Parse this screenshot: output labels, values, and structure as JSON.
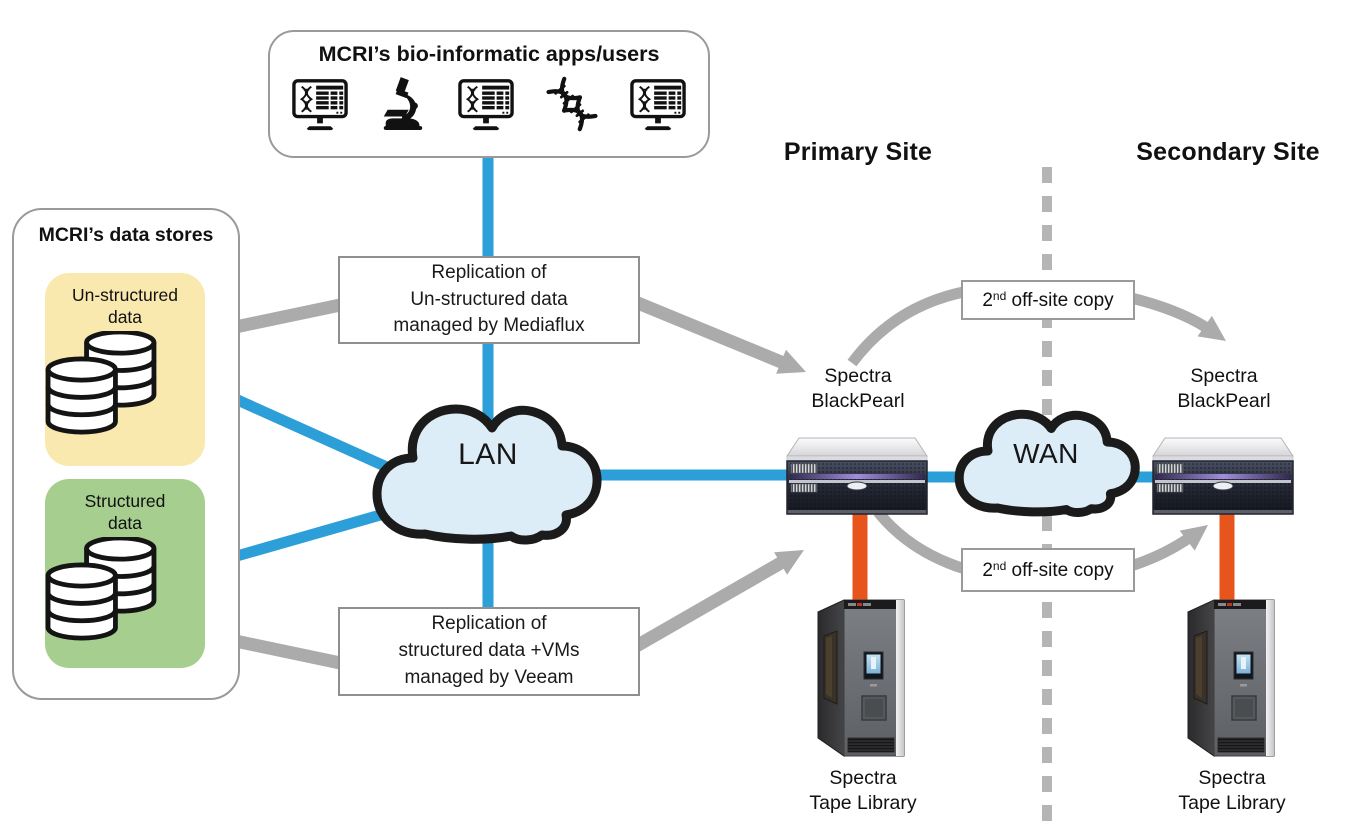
{
  "apps_box": {
    "title": "MCRI’s bio-informatic apps/users",
    "icons": [
      "monitor-dna-icon",
      "microscope-icon",
      "monitor-dna-icon",
      "dna-helix-icon",
      "monitor-dna-icon"
    ]
  },
  "data_stores": {
    "title": "MCRI’s data stores",
    "unstructured": {
      "label": "Un-structured\ndata",
      "color": "#FAE9AE",
      "icon": "database-stack-icon"
    },
    "structured": {
      "label": "Structured\ndata",
      "color": "#A6CE8E",
      "icon": "database-stack-icon"
    }
  },
  "replication_boxes": {
    "mediaflux": "Replication of\nUn-structured data\nmanaged by Mediaflux",
    "veeam": "Replication of\nstructured data +VMs\nmanaged by Veeam"
  },
  "networks": {
    "lan": "LAN",
    "wan": "WAN"
  },
  "sites": {
    "primary": "Primary Site",
    "secondary": "Secondary Site"
  },
  "devices": {
    "blackpearl_primary": "Spectra\nBlackPearl",
    "blackpearl_secondary": "Spectra\nBlackPearl",
    "tape_primary": "Spectra\nTape Library",
    "tape_secondary": "Spectra\nTape Library"
  },
  "offsite_copy": {
    "prefix": "2",
    "sup": "nd",
    "rest": " off-site copy"
  },
  "colors": {
    "lan_line": "#2D9FD8",
    "replication_arrow": "#ABABAB",
    "tape_link": "#E8551C",
    "cloud_fill": "#DCEDF8",
    "cloud_stroke": "#1B1B1B",
    "unstructured_fill": "#FAE9AE",
    "structured_fill": "#A6CE8E",
    "site_divider": "#B5B5B5"
  }
}
